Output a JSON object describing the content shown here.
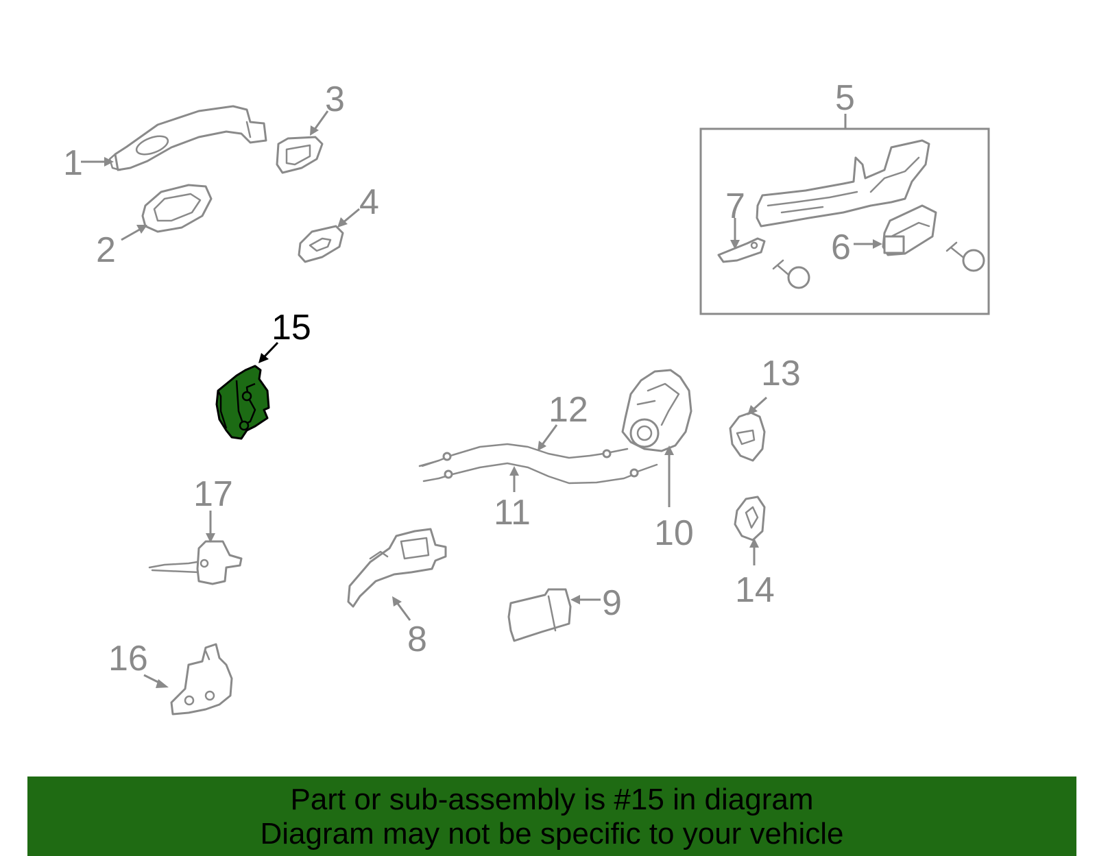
{
  "callouts": {
    "c1": "1",
    "c2": "2",
    "c3": "3",
    "c4": "4",
    "c5": "5",
    "c6": "6",
    "c7": "7",
    "c8": "8",
    "c9": "9",
    "c10": "10",
    "c11": "11",
    "c12": "12",
    "c13": "13",
    "c14": "14",
    "c15": "15",
    "c16": "16",
    "c17": "17"
  },
  "highlighted_part": "15",
  "colors": {
    "highlight_fill": "#1c6b14",
    "banner_bg": "#1f6b13",
    "part_stroke": "#8a8a8a"
  },
  "banner": {
    "line1": "Part or sub-assembly is #15 in diagram",
    "line2": "Diagram may not be specific to your vehicle"
  }
}
